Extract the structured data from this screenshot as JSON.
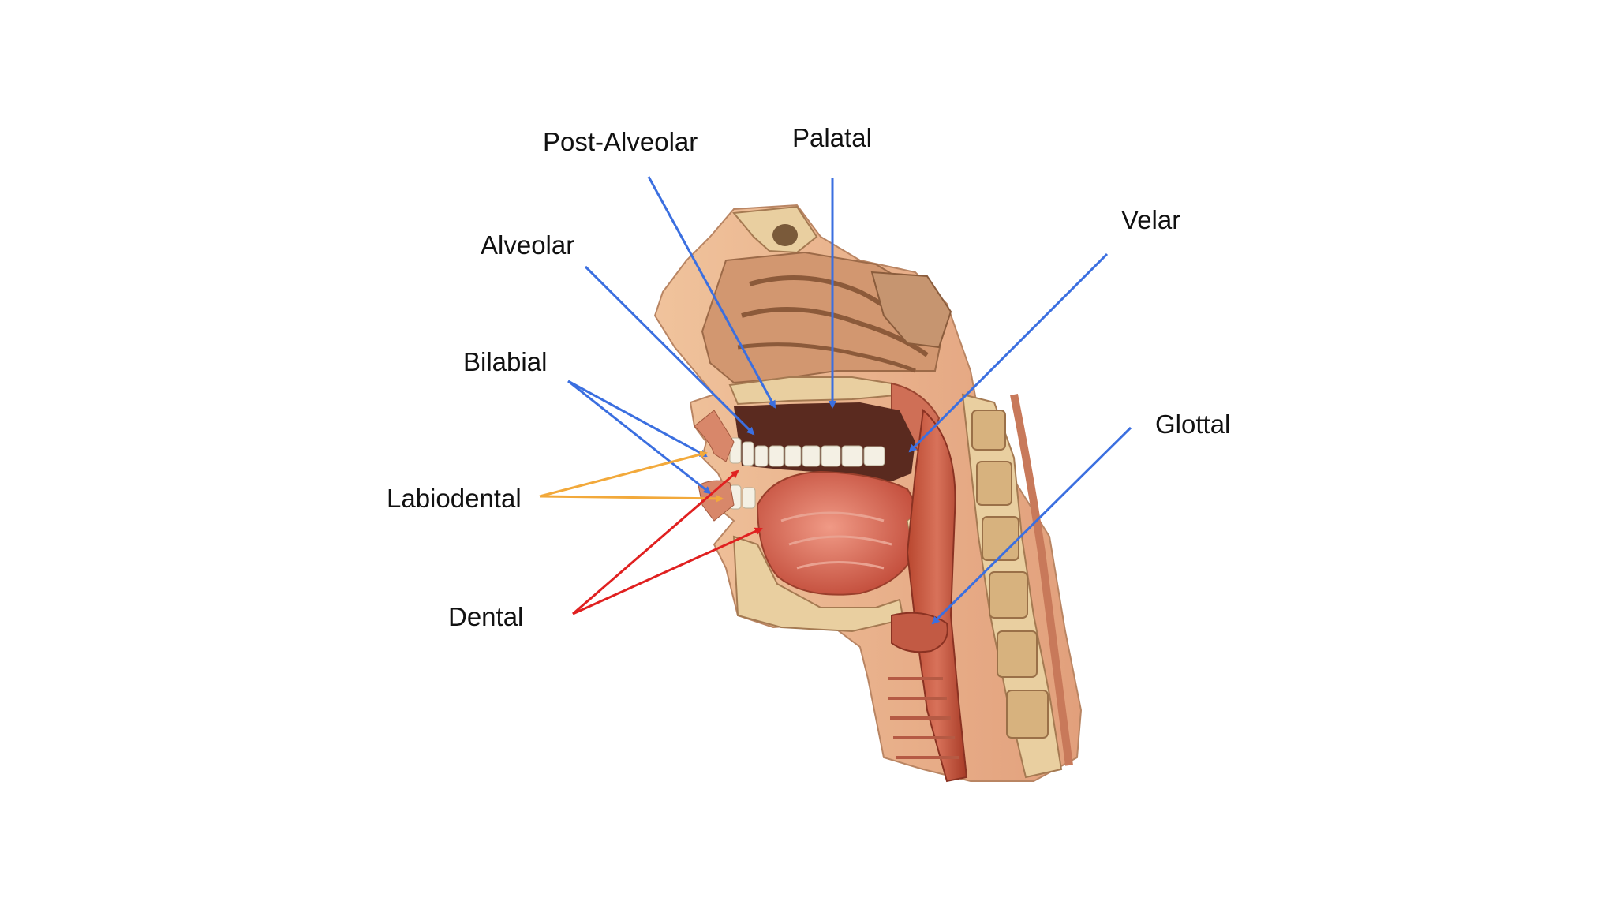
{
  "labels": {
    "post_alveolar": "Post-Alveolar",
    "palatal": "Palatal",
    "alveolar": "Alveolar",
    "velar": "Velar",
    "bilabial": "Bilabial",
    "glottal": "Glottal",
    "labiodental": "Labiodental",
    "dental": "Dental"
  },
  "colors": {
    "arrow_blue": "#3b6fe0",
    "arrow_orange": "#f2a93b",
    "arrow_red": "#e02020",
    "skin": "#e8b48c",
    "flesh": "#d9735a",
    "muscle": "#c8563f",
    "bone": "#e9cfa0",
    "cavity": "#5a2a1f",
    "tooth": "#f4f0e4"
  }
}
